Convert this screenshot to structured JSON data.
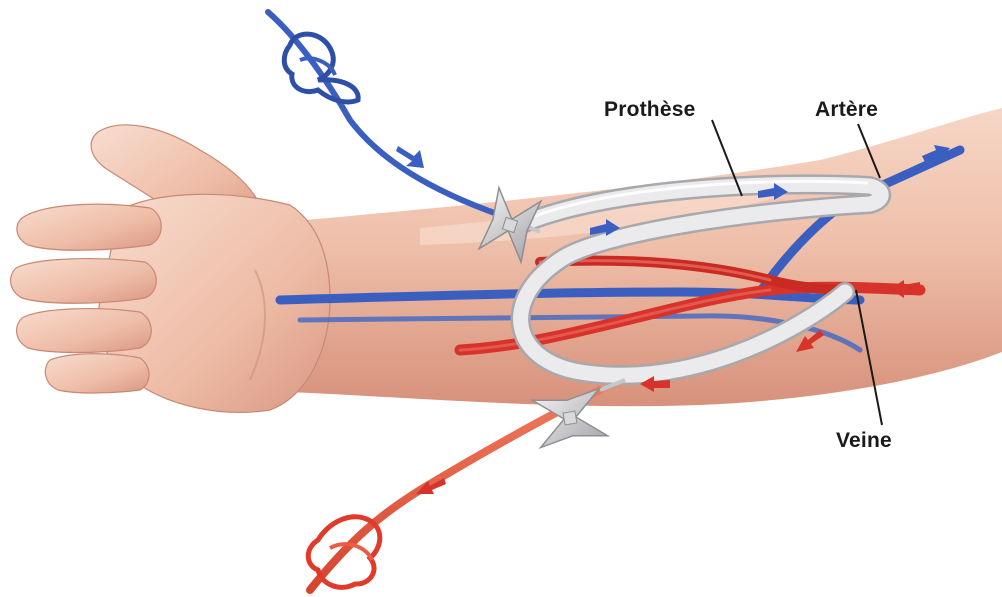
{
  "labels": {
    "prothese": "Prothèse",
    "artere": "Artère",
    "veine": "Veine"
  },
  "colors": {
    "background": "#ffffff",
    "skin": "#f1c3ad",
    "skin_shadow": "#d99a84",
    "artery_red": "#d8332a",
    "vein_blue": "#3a5fc0",
    "graft_white": "#e8e8ea",
    "needle_wing": "#c9c9cc",
    "label_text": "#1a1a1a"
  },
  "icons": {
    "flow_arrow_blue": "blue-flow-arrow-icon",
    "flow_arrow_red": "red-flow-arrow-icon",
    "needle_wing": "needle-wing-icon",
    "tube_clamp": "tube-clamp-icon"
  }
}
